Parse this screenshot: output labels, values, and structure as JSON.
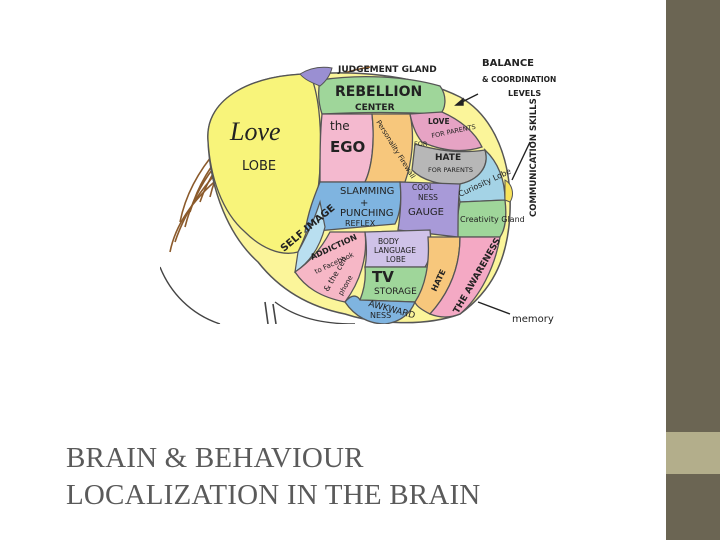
{
  "slide": {
    "title_lines": [
      "BRAIN & BEHAVIOUR",
      "LOCALIZATION IN THE BRAIN"
    ],
    "colors": {
      "band": "#6b6553",
      "band_accent": "#b3ae8b",
      "title_text": "#5a5a5a"
    }
  },
  "illustration": {
    "labels": {
      "judgement": "JUDGEMENT GLAND",
      "balance_1": "BALANCE",
      "balance_2": "& COORDINATION",
      "balance_3": "LEVELS",
      "rebellion": "REBELLION",
      "rebellion_center": "CENTER",
      "love": "Love",
      "lobe": "LOBE",
      "the": "the",
      "ego": "EGO",
      "personality": "Personality Firewall",
      "love_small": "LOVE",
      "for_parents": "FOR PARENTS",
      "hate": "HATE",
      "for_parents_2": "FOR PARENTS",
      "for": "FOR",
      "communication": "COMMUNICATION SKILLS",
      "curiosity": "Curiosity Lobe",
      "creativity": "Creativity Gland",
      "cool": "COOL",
      "ness": "NESS",
      "gauge": "GAUGE",
      "slamming": "SLAMMING",
      "plus": "+",
      "punching": "PUNCHING",
      "reflex": "REFLEX",
      "self_image": "SELF IMAGE",
      "body": "BODY",
      "language": "LANGUAGE",
      "lobe_small": "LOBE",
      "addiction": "ADDICTION",
      "to_facebook": "to Facebook",
      "the_cell": "& the cell",
      "phone": "phone",
      "tv": "TV",
      "storage": "STORAGE",
      "awkwardness": "AWKWARD",
      "ness_2": "NESS",
      "hate_small": "HATE",
      "the_awareness": "THE AWARENESS",
      "memory": "memory"
    }
  }
}
